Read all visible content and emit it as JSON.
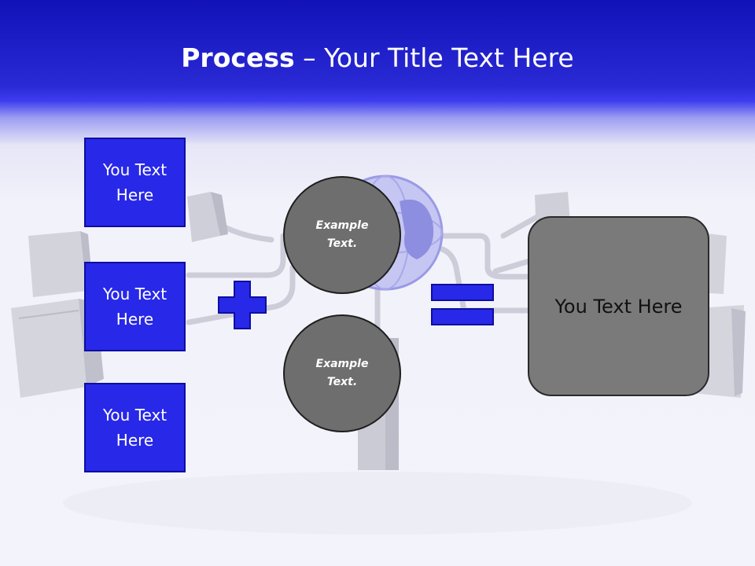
{
  "slide": {
    "title_bold": "Process",
    "title_rest": " – Your Title Text Here"
  },
  "inputs": [
    {
      "label": "You Text Here"
    },
    {
      "label": "You Text Here"
    },
    {
      "label": "You Text Here"
    }
  ],
  "operators": {
    "plus_icon": "plus-icon",
    "equals_icon": "equals-icon"
  },
  "circles": [
    {
      "label": "Example Text."
    },
    {
      "label": "Example Text."
    }
  ],
  "result": {
    "label": "You Text Here"
  },
  "colors": {
    "header_blue": "#1212b8",
    "box_blue": "#2828e8",
    "circle_gray": "#6e6e6e",
    "result_gray": "#7a7a7a"
  }
}
